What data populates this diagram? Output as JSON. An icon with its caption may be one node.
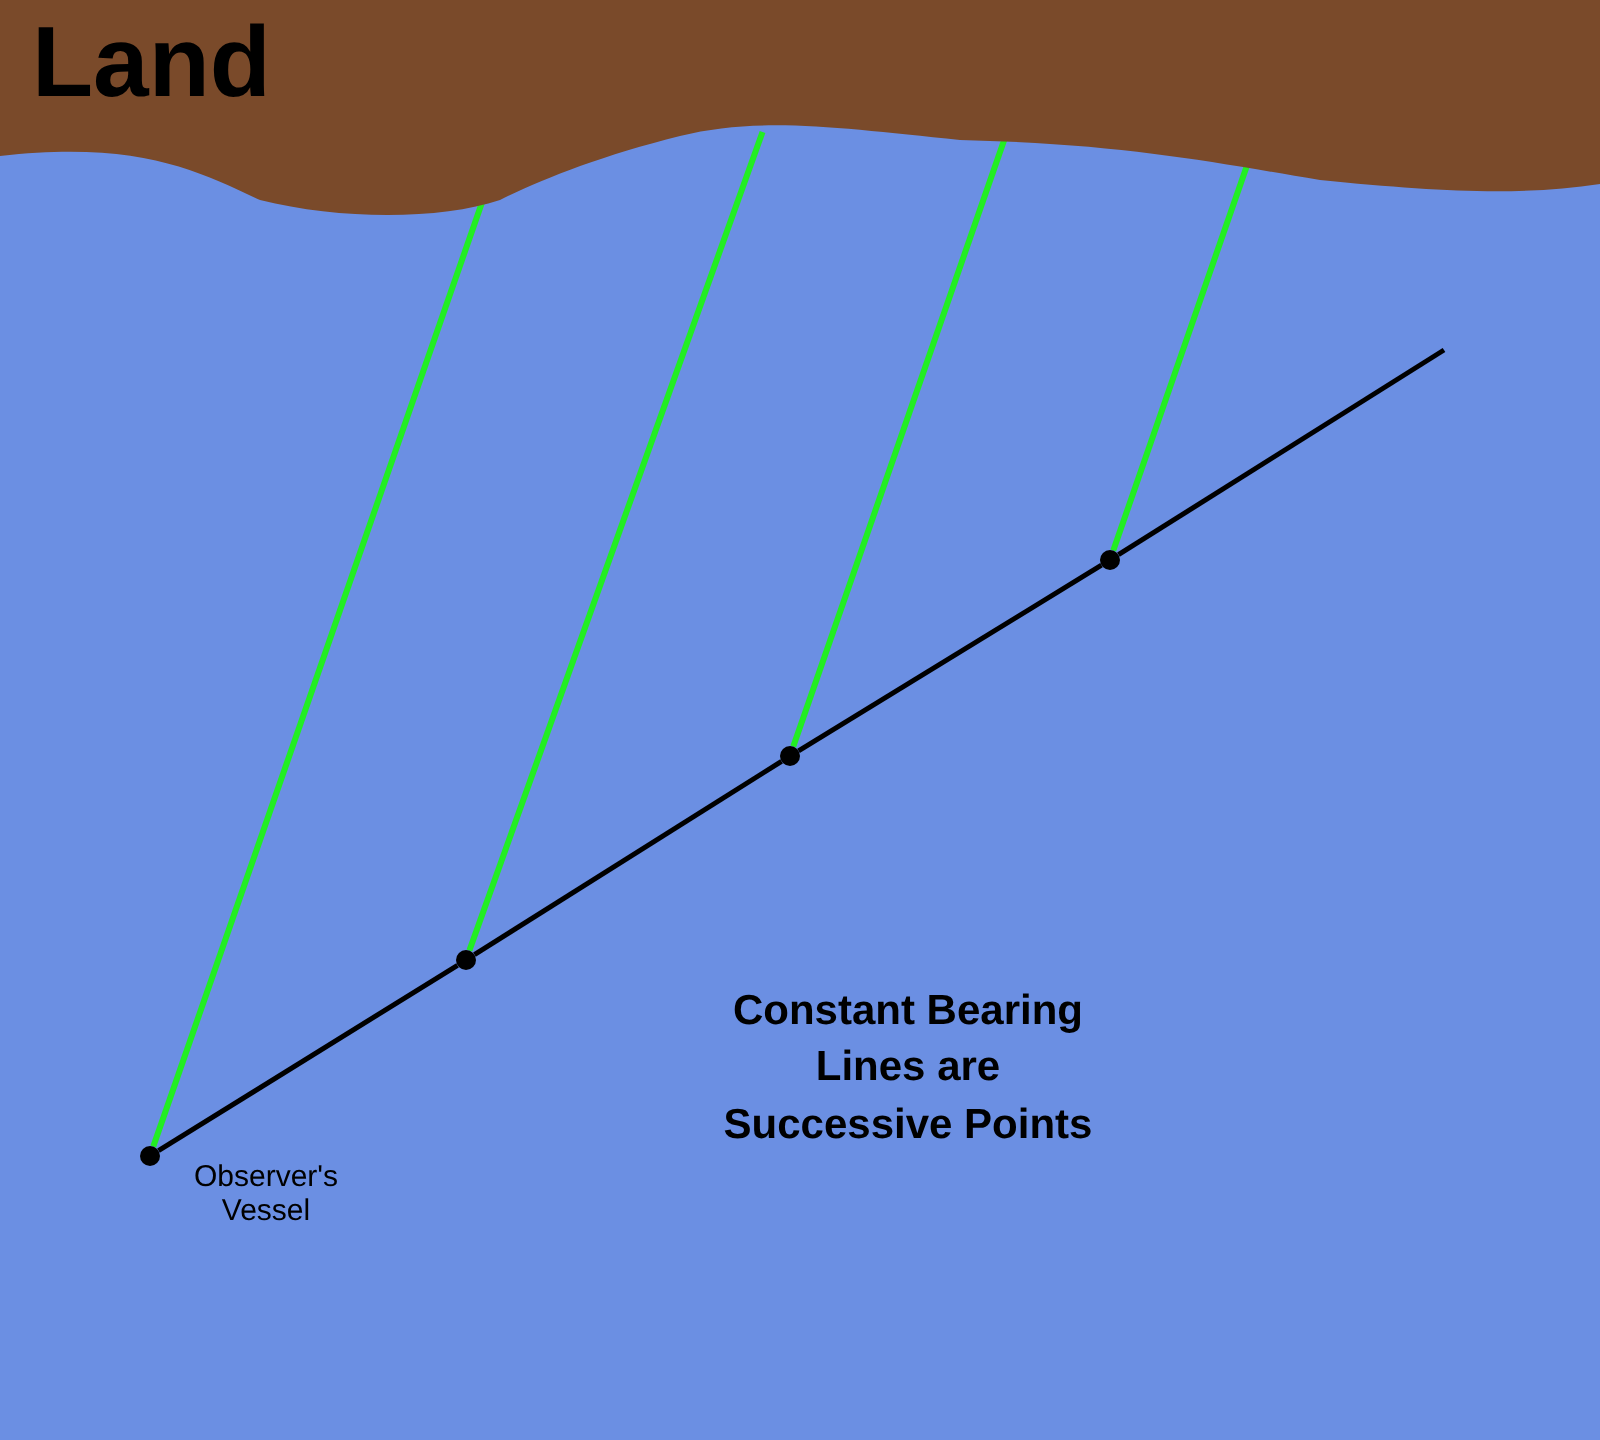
{
  "diagram": {
    "nodes": [
      {
        "text": [
          "Land"
        ]
      },
      {
        "text": [],
        "shape": "circle",
        "beside": [
          "Observer's Vessel"
        ]
      },
      {
        "text": [],
        "shape": "circle"
      },
      {
        "text": [],
        "shape": "circle"
      },
      {
        "text": [],
        "shape": "circle"
      }
    ],
    "edges": [
      {
        "from": 1,
        "to": 0,
        "arrow": "none",
        "color": "#22ee22"
      },
      {
        "from": 2,
        "to": 0,
        "arrow": "none",
        "color": "#22ee22"
      },
      {
        "from": 3,
        "to": 0,
        "arrow": "none",
        "color": "#22ee22"
      },
      {
        "from": 4,
        "to": 0,
        "arrow": "none",
        "color": "#22ee22"
      },
      {
        "from": 1,
        "to": 2,
        "arrow": "none",
        "color": "#000000"
      },
      {
        "from": 2,
        "to": 3,
        "arrow": "none",
        "color": "#000000"
      },
      {
        "from": 3,
        "to": 4,
        "arrow": "none",
        "color": "#000000"
      },
      {
        "from": 4,
        "to": null,
        "arrow": "none",
        "color": "#000000"
      }
    ],
    "labels": [
      "Constant Bearing Lines are Successive Points"
    ]
  }
}
